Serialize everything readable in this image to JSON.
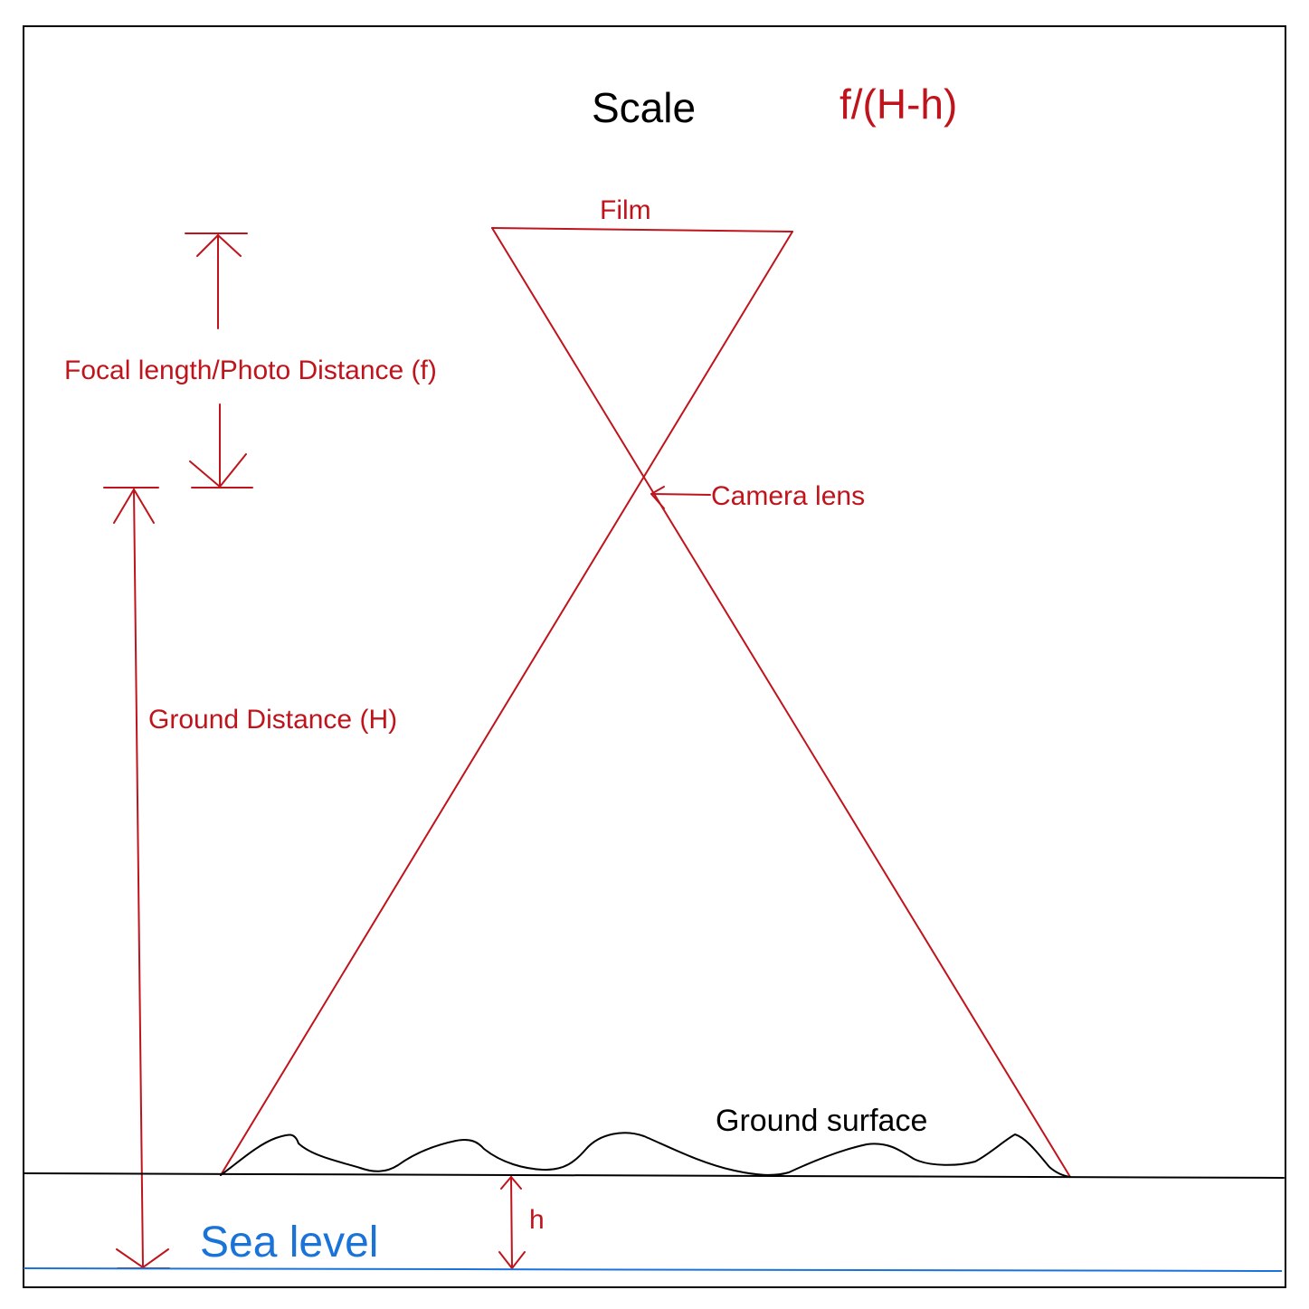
{
  "title": "Scale",
  "formula": "f/(H-h)",
  "labels": {
    "film": "Film",
    "focal_length": "Focal length/Photo Distance (f)",
    "camera_lens": "Camera lens",
    "ground_distance": "Ground Distance (H)",
    "ground_surface": "Ground surface",
    "h": "h",
    "sea_level": "Sea level"
  },
  "colors": {
    "annotation": "#c0141c",
    "terrain": "#000000",
    "sea_level": "#1a73d9"
  }
}
